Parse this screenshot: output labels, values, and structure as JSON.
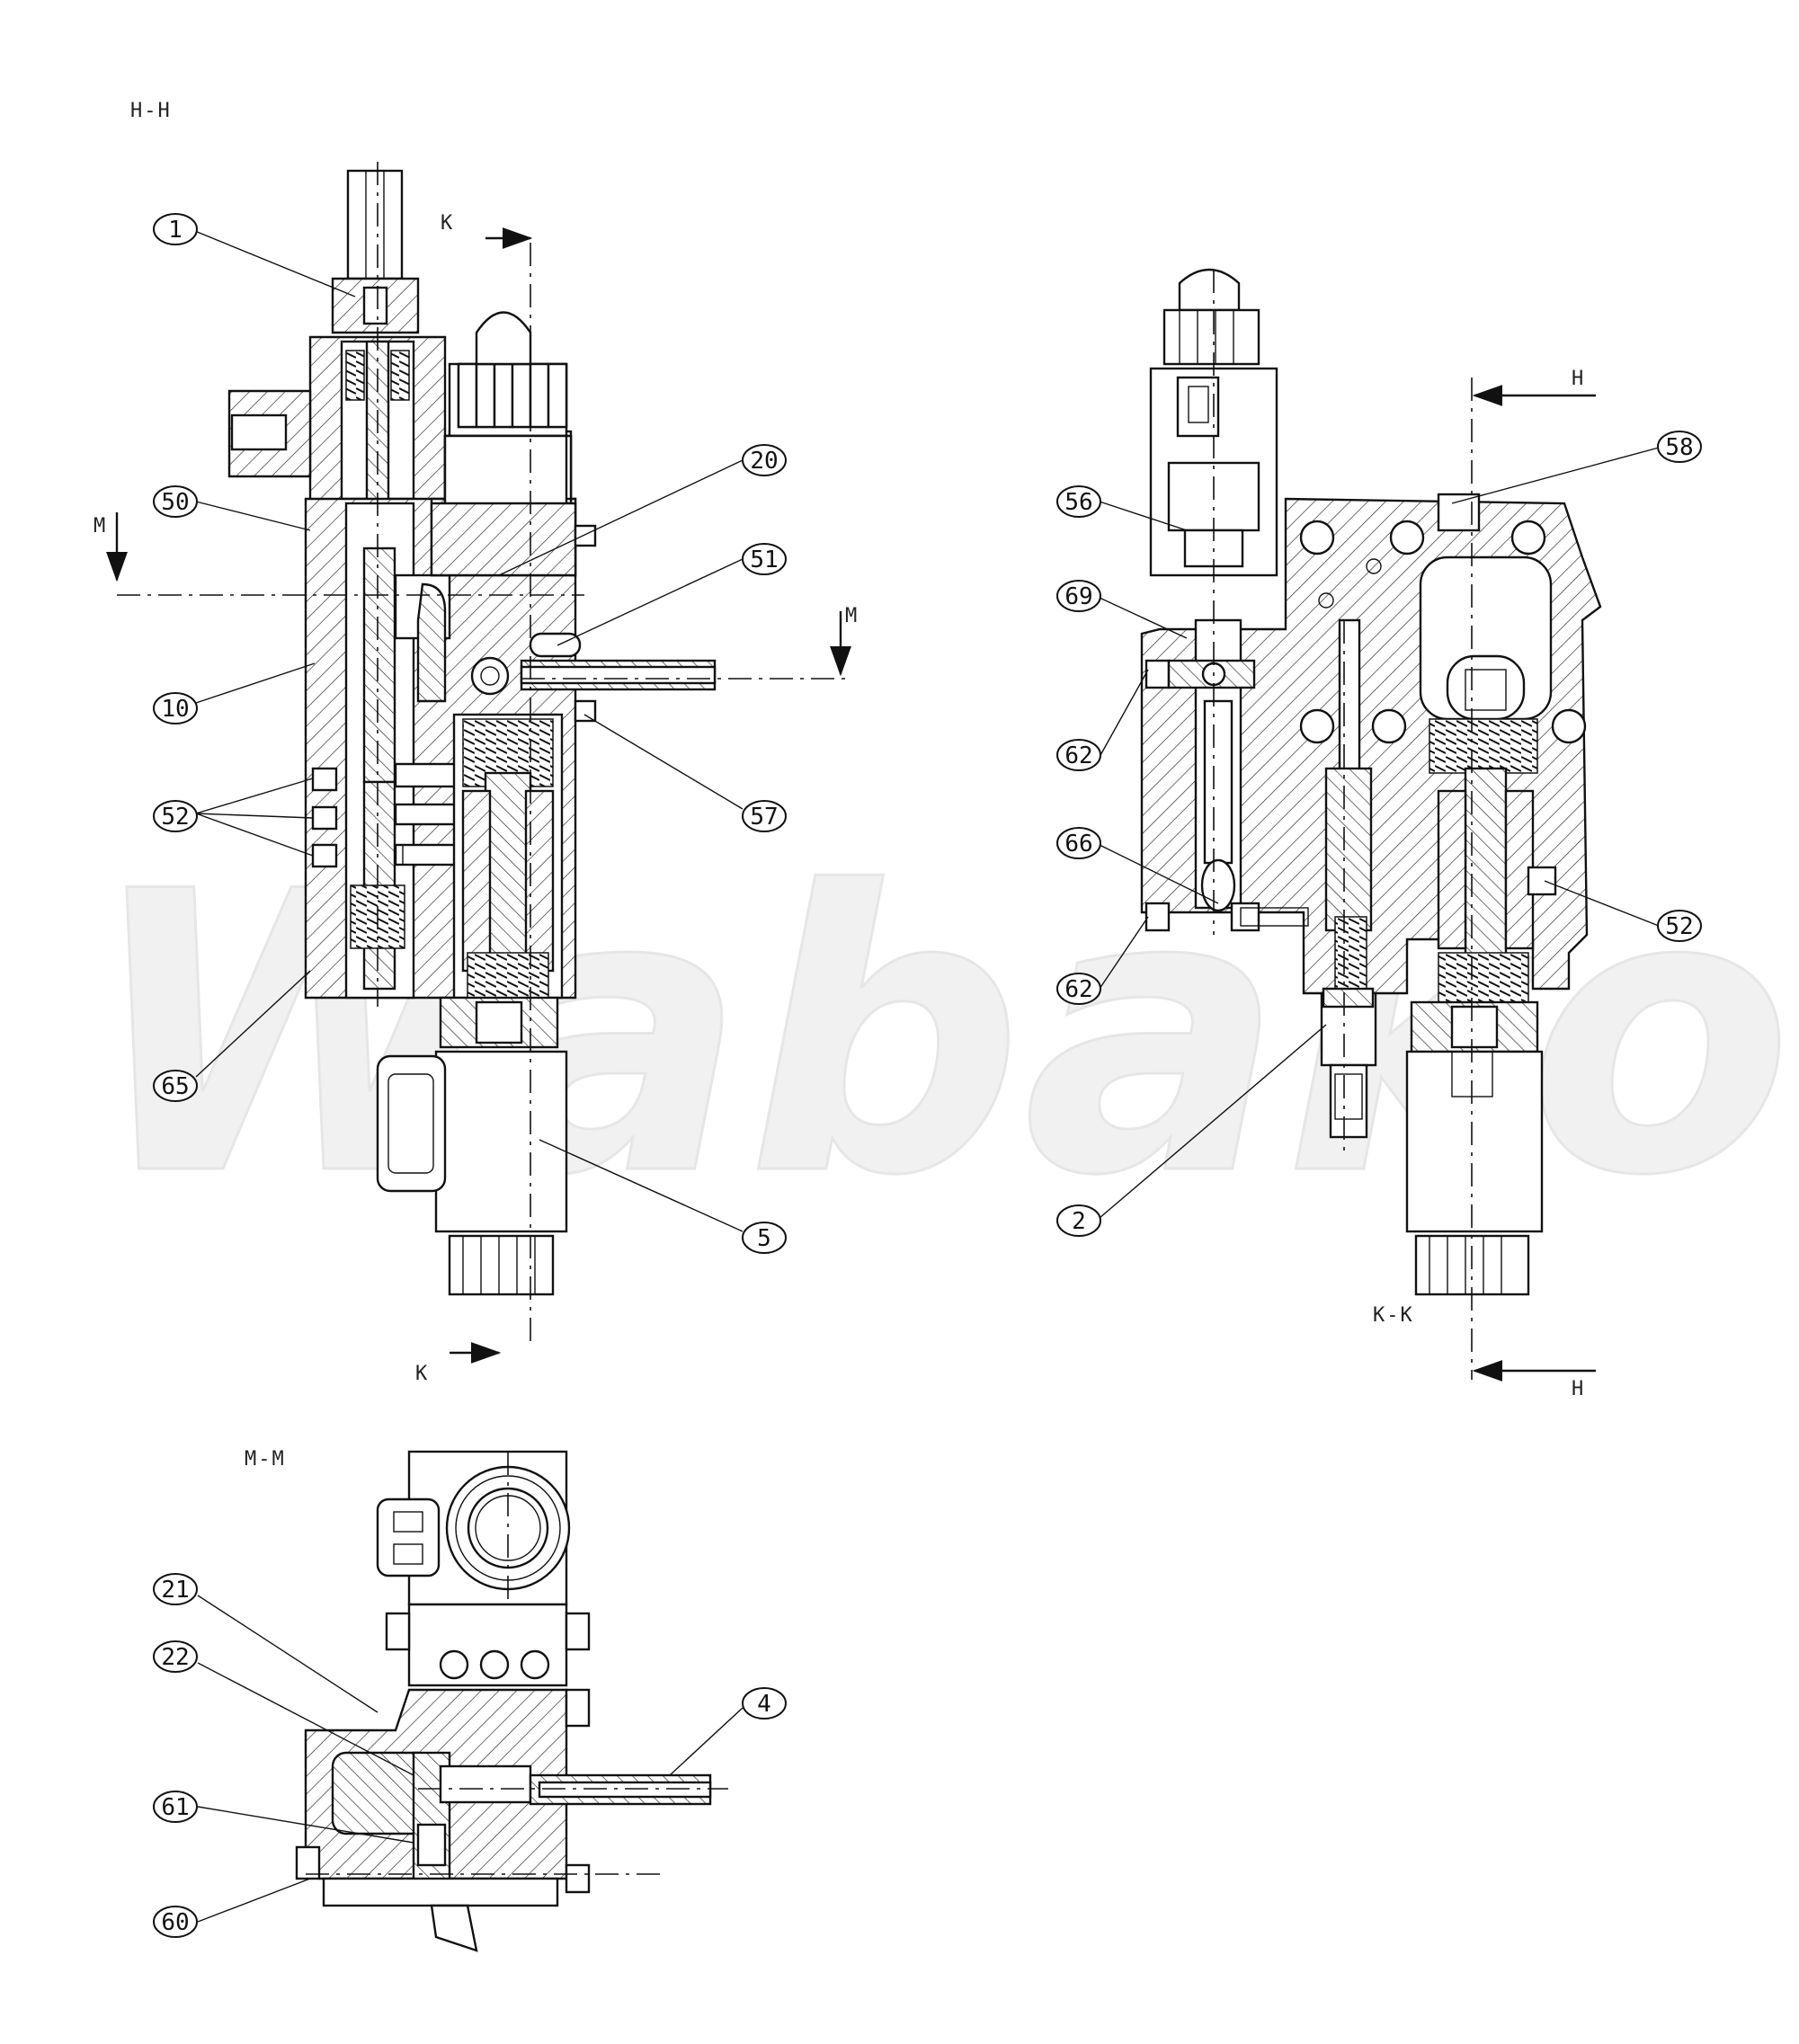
{
  "watermark": "Wabako",
  "sections": {
    "hh": "H-H",
    "kk": "K-K",
    "mm": "M-M"
  },
  "cut_markers": {
    "k_top": "K",
    "k_bottom": "K",
    "m_left": "M",
    "m_right": "M",
    "h_top": "H",
    "h_bottom": "H"
  },
  "part_numbers": {
    "p1": "1",
    "p50": "50",
    "p10": "10",
    "p52a": "52",
    "p65": "65",
    "p20": "20",
    "p51": "51",
    "p57": "57",
    "p5": "5",
    "p58": "58",
    "p56": "56",
    "p69": "69",
    "p62a": "62",
    "p66": "66",
    "p62b": "62",
    "p52b": "52",
    "p2": "2",
    "p21": "21",
    "p22": "22",
    "p61": "61",
    "p60": "60",
    "p4": "4"
  }
}
